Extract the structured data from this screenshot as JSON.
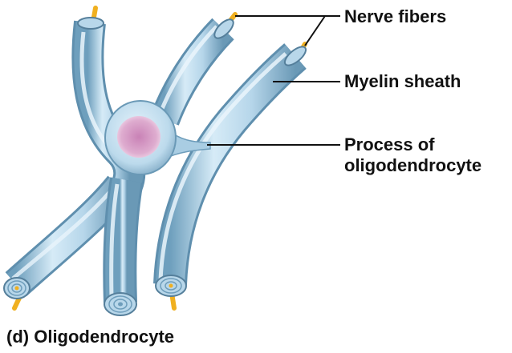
{
  "labels": {
    "nerve_fibers": "Nerve fibers",
    "myelin_sheath": "Myelin sheath",
    "process_line1": "Process of",
    "process_line2": "oligodendrocyte"
  },
  "caption": {
    "letter": "(d)",
    "title": "Oligodendrocyte"
  },
  "colors": {
    "sheath_light": "#cfe6f4",
    "sheath_mid": "#9ec6df",
    "sheath_dark": "#5f93b3",
    "axon": "#f0b020",
    "nucleus": "#d9a3c9",
    "background": "#ffffff"
  }
}
